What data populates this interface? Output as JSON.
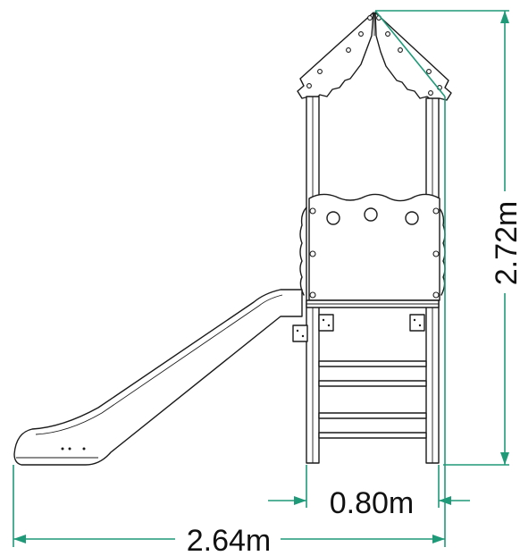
{
  "dimensions": {
    "height_label": "2.72m",
    "platform_width_label": "0.80m",
    "total_length_label": "2.64m"
  },
  "colors": {
    "dimension_line": "#1f9a79",
    "ink": "#1a1a1a",
    "background": "#ffffff"
  }
}
